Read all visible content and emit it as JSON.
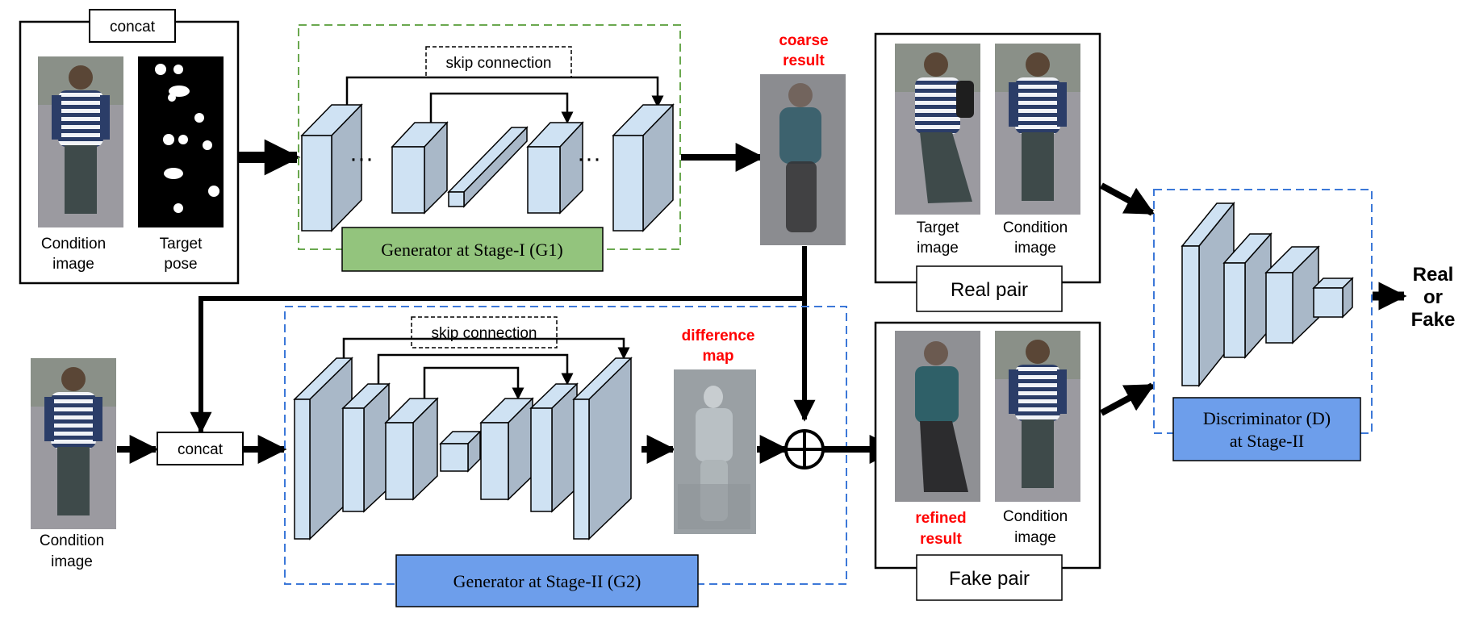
{
  "stage1": {
    "concat_label": "concat",
    "condition_caption": [
      "Condition",
      "image"
    ],
    "target_pose_caption": [
      "Target",
      "pose"
    ],
    "skip_label": "skip connection",
    "generator_label": "Generator at Stage-I (G1)",
    "coarse_label": [
      "coarse",
      "result"
    ]
  },
  "stage2": {
    "condition_caption": [
      "Condition",
      "image"
    ],
    "concat_label": "concat",
    "skip_label": "skip connection",
    "difference_label": [
      "difference",
      "map"
    ],
    "generator_label": "Generator at Stage-II (G2)",
    "refined_label": [
      "refined",
      "result"
    ],
    "refined_condition_caption": [
      "Condition",
      "image"
    ]
  },
  "real_pair": {
    "target_caption": [
      "Target",
      "image"
    ],
    "condition_caption": [
      "Condition",
      "image"
    ],
    "label": "Real pair"
  },
  "fake_pair": {
    "label": "Fake pair"
  },
  "discriminator": {
    "label": [
      "Discriminator (D)",
      "at Stage-II"
    ],
    "output": [
      "Real",
      "or",
      "Fake"
    ]
  },
  "colors": {
    "green_box": "#93c47d",
    "blue_box": "#6d9eeb",
    "block_front": "#cfe2f3",
    "block_side": "#a9b8c8",
    "red_text": "#ff0000",
    "green_dash": "#6aa84f",
    "blue_dash": "#3c78d8"
  }
}
